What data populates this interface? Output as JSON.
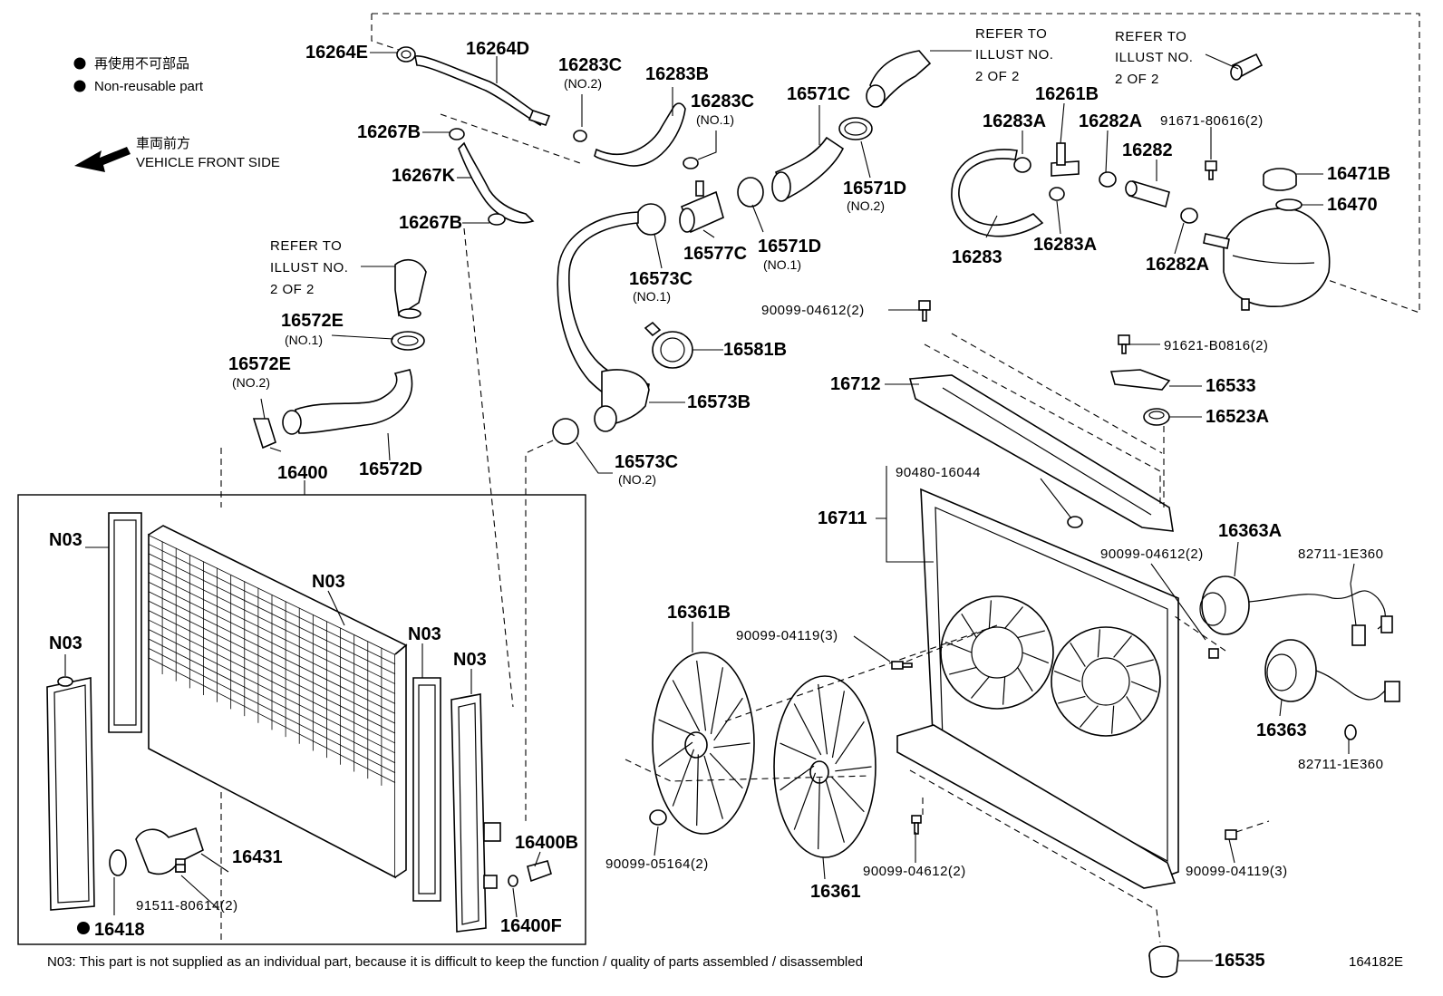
{
  "legend": {
    "jp": "再使用不可部品",
    "en": "Non-reusable part",
    "front_jp": "車両前方",
    "front_en": "VEHICLE FRONT SIDE"
  },
  "refer": {
    "line1": "REFER TO",
    "line2": "ILLUST NO.",
    "line3": "2 OF 2"
  },
  "labels": {
    "p16264E": "16264E",
    "p16264D": "16264D",
    "p16283C_a": "16283C",
    "no2_a": "(NO.2)",
    "p16283B": "16283B",
    "p16283C_b": "16283C",
    "no1_a": "(NO.1)",
    "p16571C": "16571C",
    "p16261B": "16261B",
    "p16283A_a": "16283A",
    "p16282A_a": "16282A",
    "p91671": "91671-80616(2)",
    "p16282": "16282",
    "p16471B": "16471B",
    "p16470": "16470",
    "p16267B_a": "16267B",
    "p16267K": "16267K",
    "p16267B_b": "16267B",
    "p16571D_a": "16571D",
    "no2_b": "(NO.2)",
    "p16571D_b": "16571D",
    "no1_b": "(NO.1)",
    "p16577C": "16577C",
    "p16573C_a": "16573C",
    "no1_c": "(NO.1)",
    "p16283": "16283",
    "p16283A_b": "16283A",
    "p16282A_b": "16282A",
    "p16572E_a": "16572E",
    "no1_d": "(NO.1)",
    "p16572E_b": "16572E",
    "no2_c": "(NO.2)",
    "p16581B": "16581B",
    "p16573B": "16573B",
    "p16573C_b": "16573C",
    "no2_d": "(NO.2)",
    "p16572D": "16572D",
    "p16400": "16400",
    "p90099_04612_a": "90099-04612(2)",
    "p91621": "91621-B0816(2)",
    "p16712": "16712",
    "p16533": "16533",
    "p16523A": "16523A",
    "p90480": "90480-16044",
    "p16711": "16711",
    "p16363A": "16363A",
    "p90099_04612_b": "90099-04612(2)",
    "p82711_a": "82711-1E360",
    "p16361B": "16361B",
    "p90099_04119_a": "90099-04119(3)",
    "p16363": "16363",
    "p82711_b": "82711-1E360",
    "n03_a": "N03",
    "n03_b": "N03",
    "n03_c": "N03",
    "n03_d": "N03",
    "n03_e": "N03",
    "p16431": "16431",
    "p16400B": "16400B",
    "p91511": "91511-80614(2)",
    "p16418": "16418",
    "p16400F": "16400F",
    "p90099_05164": "90099-05164(2)",
    "p90099_04612_c": "90099-04612(2)",
    "p90099_04119_b": "90099-04119(3)",
    "p16361": "16361",
    "p16535": "16535"
  },
  "footnote": "N03: This part is not supplied as an individual part, because it is difficult to keep the function / quality of parts assembled / disassembled",
  "illust_id": "164182E"
}
